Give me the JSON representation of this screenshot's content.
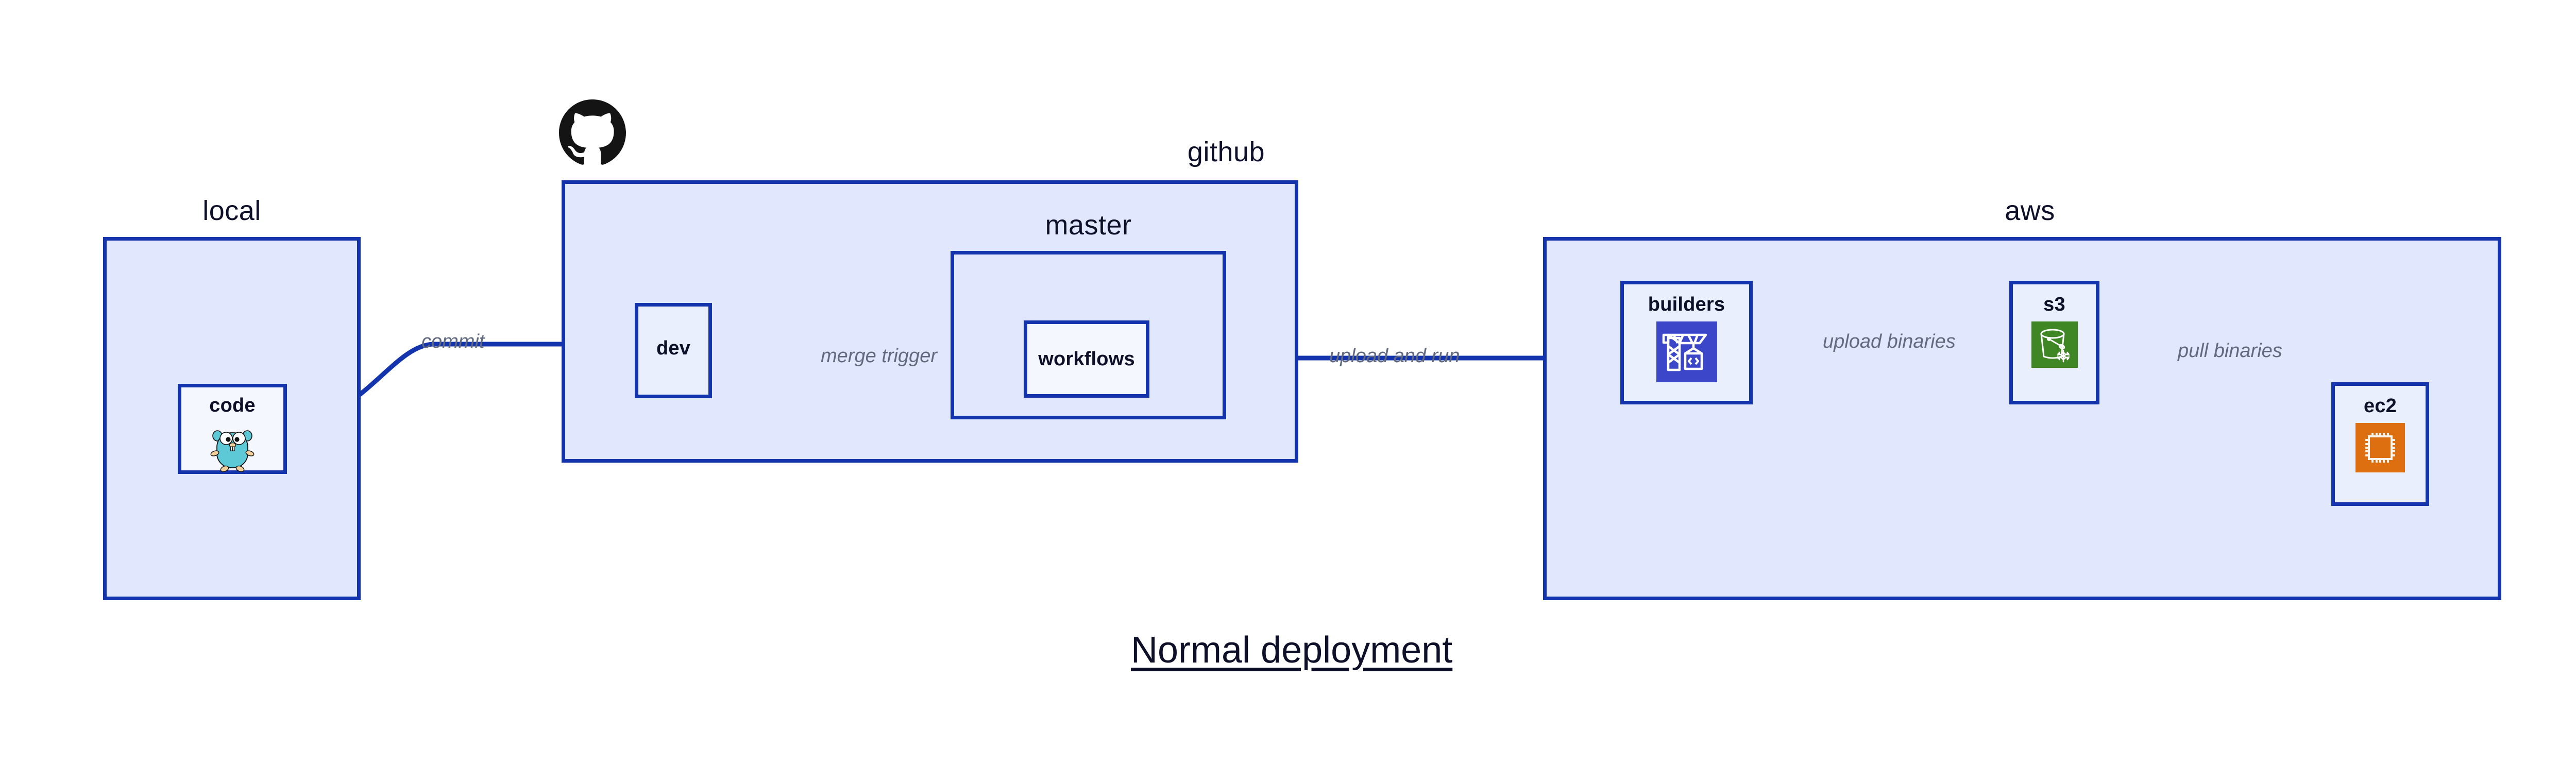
{
  "diagram": {
    "title": "Normal deployment",
    "colors": {
      "edge": "#1434ad",
      "group_fill": "#e1e7fd",
      "group_border": "#1434ad",
      "node_fill": "#e9effc",
      "node_fill_light": "#f4f7fe",
      "label_text": "#0d1028",
      "edge_label_text": "#616a7f",
      "page_background": "#ffffff",
      "codebuild_icon": "#3c46c8",
      "s3_icon": "#3f8624",
      "ec2_icon": "#dd6f11",
      "gopher_body": "#5dc9d7",
      "github_logo": "#141414"
    }
  },
  "groups": [
    {
      "id": "local",
      "label": "local"
    },
    {
      "id": "github",
      "label": "github"
    },
    {
      "id": "master",
      "label": "master"
    },
    {
      "id": "aws",
      "label": "aws"
    }
  ],
  "nodes": [
    {
      "id": "code",
      "label": "code",
      "icon": "go-gopher-icon",
      "group": "local"
    },
    {
      "id": "dev",
      "label": "dev",
      "icon": null,
      "group": "github"
    },
    {
      "id": "workflows",
      "label": "workflows",
      "icon": null,
      "group": "master"
    },
    {
      "id": "builders",
      "label": "builders",
      "icon": "aws-codebuild-icon",
      "group": "aws"
    },
    {
      "id": "s3",
      "label": "s3",
      "icon": "aws-s3-glacier-icon",
      "group": "aws"
    },
    {
      "id": "ec2",
      "label": "ec2",
      "icon": "aws-ec2-icon",
      "group": "aws"
    }
  ],
  "edges": [
    {
      "id": "commit",
      "label": "commit",
      "from": "code",
      "to": "dev"
    },
    {
      "id": "merge-trigger",
      "label": "merge trigger",
      "from": "dev",
      "to": "workflows"
    },
    {
      "id": "upload-and-run",
      "label": "upload and run",
      "from": "workflows",
      "to": "builders"
    },
    {
      "id": "upload-binaries",
      "label": "upload binaries",
      "from": "builders",
      "to": "s3"
    },
    {
      "id": "pull-binaries",
      "label": "pull binaries",
      "from": "s3",
      "to": "ec2"
    }
  ],
  "logos": [
    {
      "id": "github-logo",
      "name": "github-octocat-logo"
    }
  ]
}
